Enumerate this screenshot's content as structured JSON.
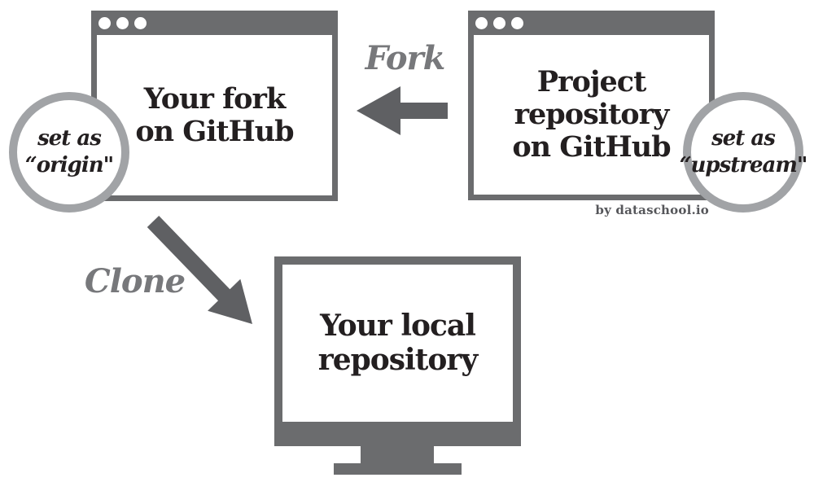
{
  "palette": {
    "frame": "#6b6c6e",
    "arrow": "#5f6063",
    "flow_label": "#77787b",
    "ring": "#a1a3a6",
    "ink": "#231f20",
    "credit": "#55565a",
    "background": "#ffffff"
  },
  "windows": {
    "fork": {
      "title_lines": [
        "Your fork",
        "on GitHub"
      ]
    },
    "project": {
      "title_lines": [
        "Project",
        "repository",
        "on GitHub"
      ]
    }
  },
  "badges": {
    "origin": {
      "lines": [
        "set as",
        "“origin\""
      ]
    },
    "upstream": {
      "lines": [
        "set as",
        "“upstream\""
      ]
    }
  },
  "arrows": {
    "fork_label": "Fork",
    "clone_label": "Clone"
  },
  "monitor": {
    "label_lines": [
      "Your local",
      "repository"
    ]
  },
  "credit": "by dataschool.io"
}
